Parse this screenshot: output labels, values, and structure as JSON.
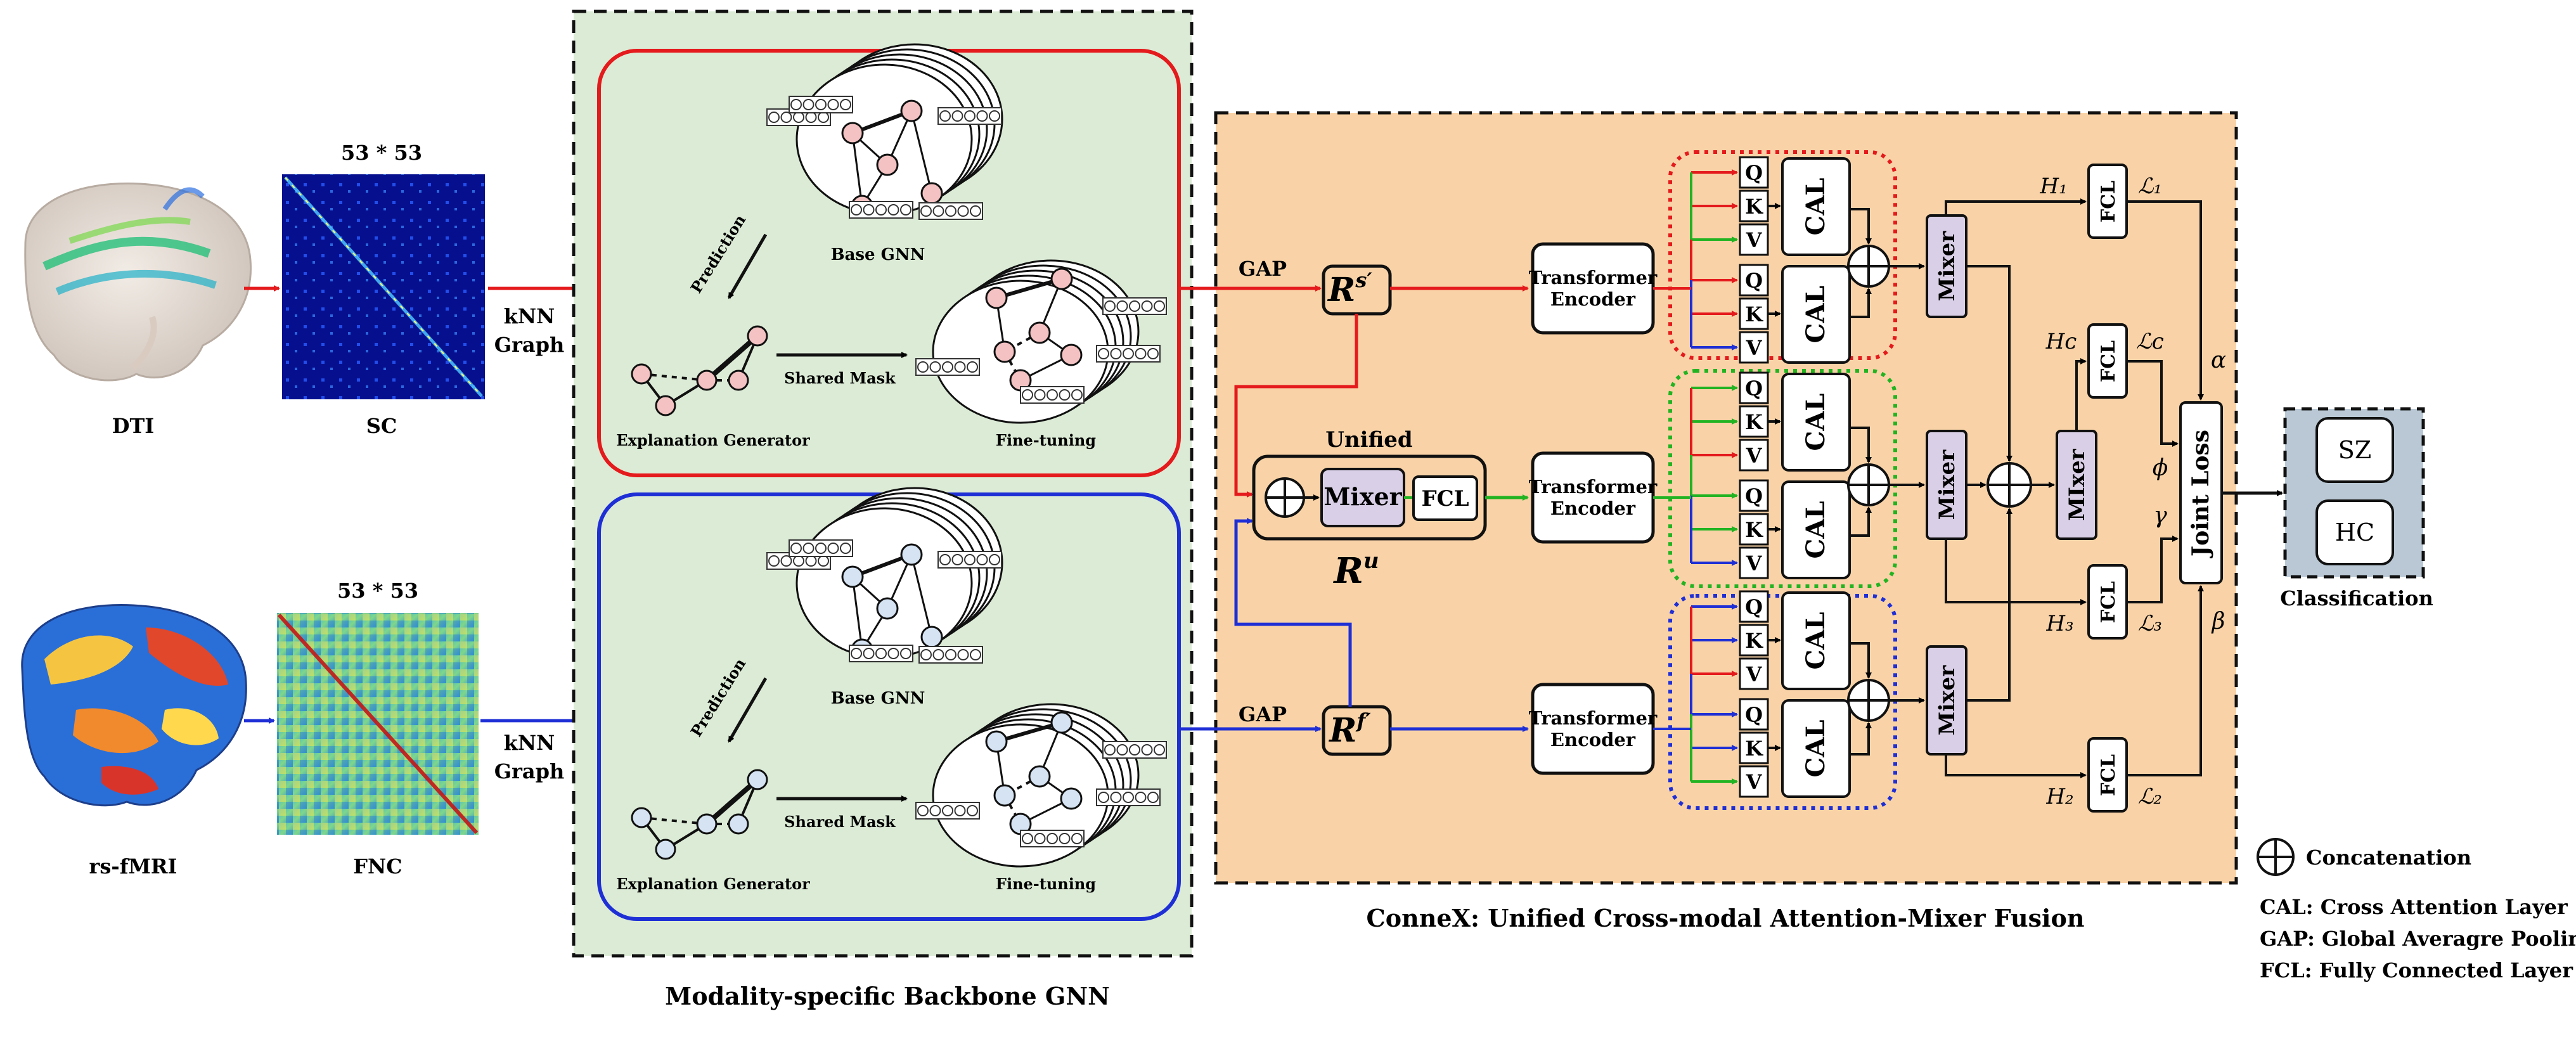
{
  "inputs": {
    "dti_label": "DTI",
    "sc_label": "SC",
    "sc_dims": "53 * 53",
    "fmri_label": "rs-fMRI",
    "fnc_label": "FNC",
    "fnc_dims": "53 * 53",
    "knn_line1": "kNN",
    "knn_line2": "Graph"
  },
  "backbone": {
    "title": "Modality-specific Backbone GNN",
    "base_gnn": "Base GNN",
    "prediction": "Prediction",
    "shared_mask": "Shared Mask",
    "explanation_generator": "Explanation Generator",
    "fine_tuning": "Fine-tuning"
  },
  "fusion": {
    "title": "ConneX: Unified Cross-modal Attention-Mixer Fusion",
    "gap": "GAP",
    "rs_base": "R",
    "rs_sup": "s′",
    "rf_base": "R",
    "rf_sup": "f′",
    "ru_base": "R",
    "ru_sup": "u",
    "unified": "Unified",
    "mixer": "Mixer",
    "fcl": "FCL",
    "transformer_line1": "Transformer",
    "transformer_line2": "Encoder",
    "q": "Q",
    "k": "K",
    "v": "V",
    "cal": "CAL",
    "mixer_alt": "MIxer",
    "joint_loss": "Joint Loss",
    "h1": "H₁",
    "hc": "Hᴄ",
    "h3": "H₃",
    "h2": "H₂",
    "l1": "ℒ₁",
    "lc": "ℒᴄ",
    "l3": "ℒ₃",
    "l2": "ℒ₂",
    "alpha": "α",
    "phi": "ϕ",
    "gamma": "γ",
    "beta": "β"
  },
  "classification": {
    "title": "Classification",
    "class1": "SZ",
    "class2": "HC"
  },
  "legend": {
    "concat": "Concatenation",
    "cal": "CAL: Cross Attention Layer",
    "gap": "GAP: Global Averagre Pooling",
    "fcl": "FCL: Fully Connected Layer"
  },
  "colors": {
    "structural": "#e41a1c",
    "functional": "#1f2fd6",
    "unified": "#22b322",
    "backbone_bg": "#dcebd6",
    "fusion_bg": "#f9d3a7",
    "mixer_fill": "#d9cfe6",
    "class_bg": "#b9c8d4"
  }
}
